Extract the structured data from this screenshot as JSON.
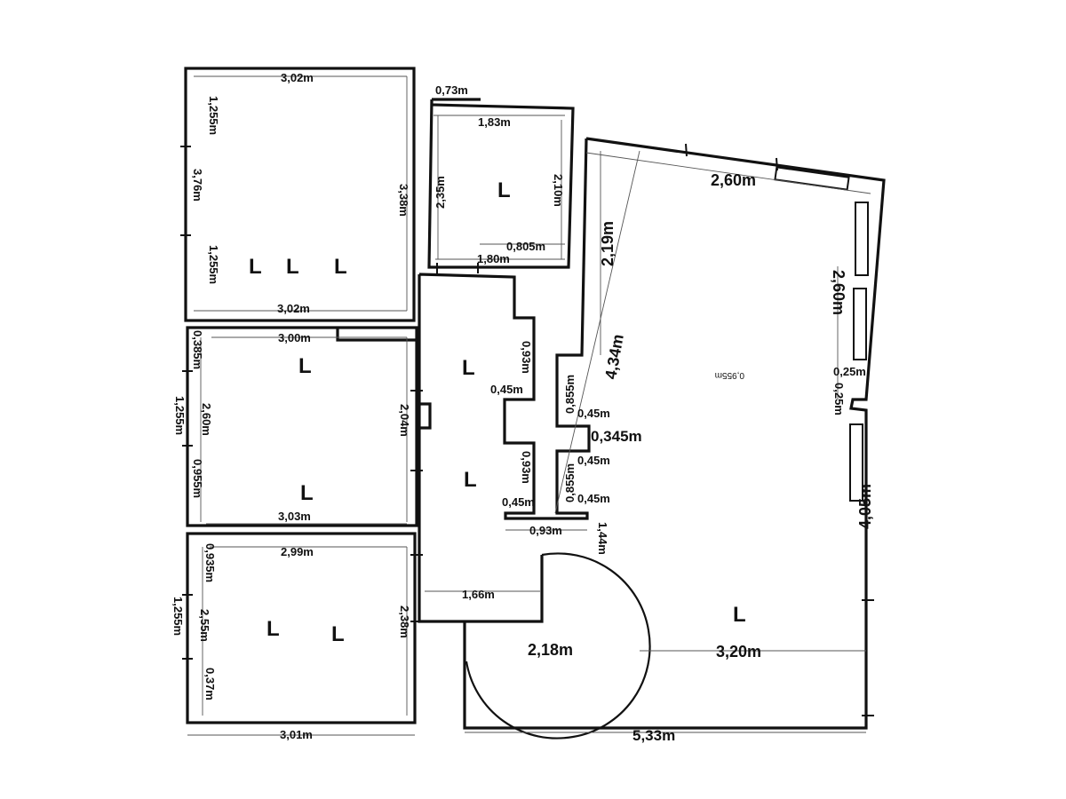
{
  "room_mark": "L",
  "dims": {
    "r1_top": "3,02m",
    "r1_h_upper": "1,255m",
    "r1_h_total": "3,76m",
    "r1_h_lower": "1,255m",
    "r1_right": "3,38m",
    "r1_bottom": "3,02m",
    "r2_top": "3,00m",
    "r2_a": "0,385m",
    "r2_b": "1,255m",
    "r2_c": "2,60m",
    "r2_d": "0,955m",
    "r2_right": "2,04m",
    "r2_bottom": "3,03m",
    "r3_top": "2,99m",
    "r3_a": "0,935m",
    "r3_b": "1,255m",
    "r3_c": "2,55m",
    "r3_d": "0,37m",
    "r3_right": "2,38m",
    "r3_bottom": "3,01m",
    "k_top_ext": "0,73m",
    "k_top": "1,83m",
    "k_left": "2,35m",
    "k_right": "2,10m",
    "k_bot_a": "0,805m",
    "k_bot_b": "1,80m",
    "c_a": "0,93m",
    "c_b": "0,45m",
    "c_c": "0,93m",
    "c_d": "0,45m",
    "c_e": "0,93m",
    "c_f": "1,44m",
    "c_g": "1,66m",
    "w_a": "0,855m",
    "w_b": "0,45m",
    "w_c": "0,345m",
    "w_d": "0,45m",
    "w_e": "0,855m",
    "w_f": "0,45m",
    "lr_top": "2,60m",
    "lr_a": "2,19m",
    "lr_diag": "4,34m",
    "lr_b": "2,60m",
    "lr_c": "0,25m",
    "lr_d": "0,25m",
    "lr_mirror": "0,955m",
    "lr_e": "4,05m",
    "lr_f": "3,20m",
    "lr_arc": "2,18m",
    "lr_bottom": "5,33m"
  }
}
